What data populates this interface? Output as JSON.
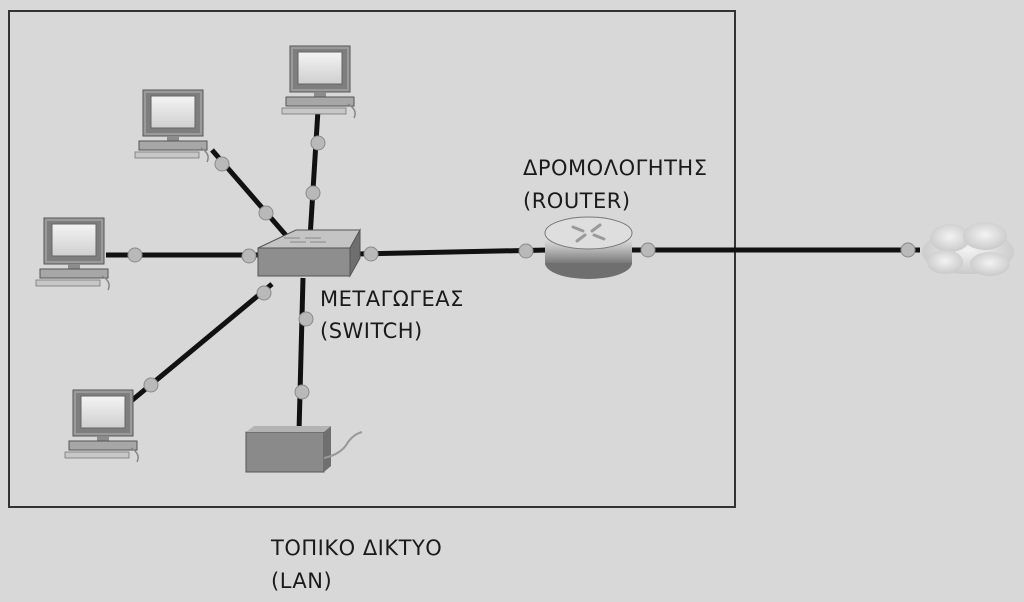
{
  "labels": {
    "router_greek": "ΔΡΟΜΟΛΟΓΗΤΗΣ",
    "router_english": "(ROUTER)",
    "switch_greek": "ΜΕΤΑΓΩΓΕΑΣ",
    "switch_english": "(SWITCH)",
    "lan_greek": "ΤΟΠΙΚΟ ΔΙΚΤΥΟ",
    "lan_english": "(LAN)"
  },
  "devices": {
    "computers": [
      "computer-top-left",
      "computer-top",
      "computer-left",
      "computer-bottom-left"
    ],
    "printer": "printer",
    "switch": "switch",
    "router": "router",
    "internet": "internet-cloud"
  }
}
